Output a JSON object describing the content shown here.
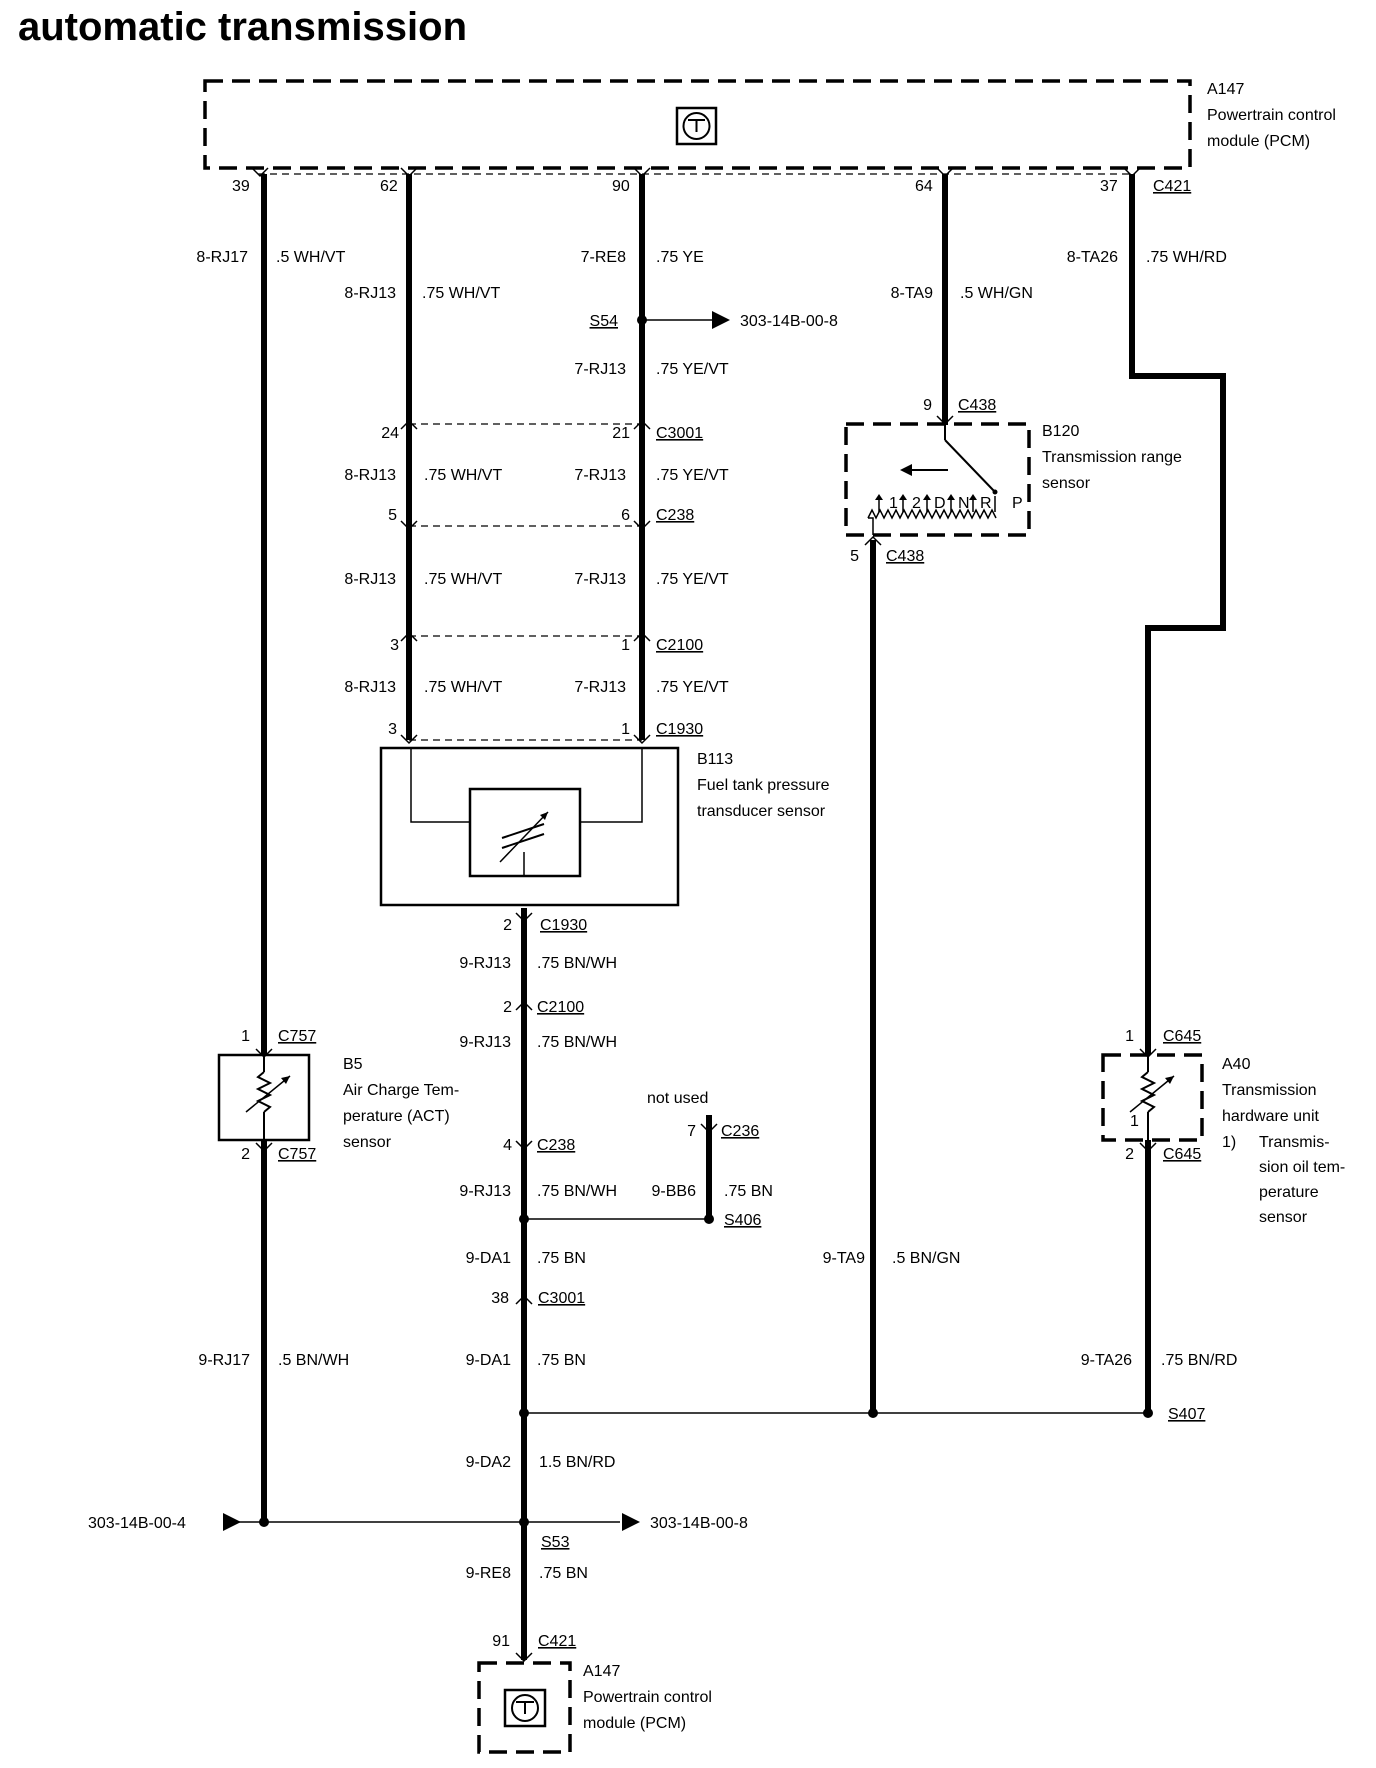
{
  "title": "automatic transmission",
  "pcm_top": {
    "id": "A147",
    "name_line1": "Powertrain control",
    "name_line2": "module (PCM)"
  },
  "pcm_top_pins": [
    "39",
    "62",
    "90",
    "64",
    "37"
  ],
  "conn_c421_top": "C421",
  "wire_labels_top": {
    "w1_code": "8-RJ17",
    "w1_spec": ".5 WH/VT",
    "w2_code": "8-RJ13",
    "w2_spec": ".75 WH/VT",
    "w3_code": "7-RE8",
    "w3_spec": ".75 YE",
    "w4_code": "8-TA9",
    "w4_spec": ".5 WH/GN",
    "w5_code": "8-TA26",
    "w5_spec": ".75 WH/RD"
  },
  "splice_s54": {
    "id": "S54",
    "ref": "303-14B-00-8"
  },
  "w3b_code": "7-RJ13",
  "w3b_spec": ".75 YE/VT",
  "c3001_top": {
    "pin_a": "24",
    "pin_b": "21",
    "id": "C3001"
  },
  "seg2": {
    "a_code": "8-RJ13",
    "a_spec": ".75 WH/VT",
    "b_code": "7-RJ13",
    "b_spec": ".75 YE/VT"
  },
  "c238_top": {
    "pin_a": "5",
    "pin_b": "6",
    "id": "C238"
  },
  "seg3": {
    "a_code": "8-RJ13",
    "a_spec": ".75 WH/VT",
    "b_code": "7-RJ13",
    "b_spec": ".75 YE/VT"
  },
  "c2100_top": {
    "pin_a": "3",
    "pin_b": "1",
    "id": "C2100"
  },
  "seg4": {
    "a_code": "8-RJ13",
    "a_spec": ".75 WH/VT",
    "b_code": "7-RJ13",
    "b_spec": ".75 YE/VT"
  },
  "c1930_top": {
    "pin_a": "3",
    "pin_b": "1",
    "id": "C1930"
  },
  "b113": {
    "id": "B113",
    "line1": "Fuel tank pressure",
    "line2": "transducer sensor"
  },
  "c1930_bottom": {
    "pin": "2",
    "id": "C1930"
  },
  "seg5": {
    "code": "9-RJ13",
    "spec": ".75 BN/WH"
  },
  "c2100_bottom": {
    "pin": "2",
    "id": "C2100"
  },
  "seg6": {
    "code": "9-RJ13",
    "spec": ".75 BN/WH"
  },
  "c238_bottom": {
    "pin": "4",
    "id": "C238"
  },
  "seg7": {
    "code": "9-RJ13",
    "spec": ".75 BN/WH"
  },
  "not_used": "not used",
  "c236": {
    "pin": "7",
    "id": "C236"
  },
  "bb6": {
    "code": "9-BB6",
    "spec": ".75 BN"
  },
  "s406": "S406",
  "seg8": {
    "code": "9-DA1",
    "spec": ".75 BN"
  },
  "c3001_bottom": {
    "pin": "38",
    "id": "C3001"
  },
  "seg9": {
    "code": "9-DA1",
    "spec": ".75 BN"
  },
  "seg10": {
    "code": "9-DA2",
    "spec": "1.5 BN/RD"
  },
  "s53": {
    "id": "S53",
    "ref_in": "303-14B-00-4",
    "ref_out": "303-14B-00-8"
  },
  "seg11": {
    "code": "9-RE8",
    "spec": ".75 BN"
  },
  "c421_bottom": {
    "pin": "91",
    "id": "C421"
  },
  "pcm_bottom": {
    "id": "A147",
    "name_line1": "Powertrain control",
    "name_line2": "module (PCM)"
  },
  "c757": {
    "pin_top": "1",
    "pin_bottom": "2",
    "id": "C757"
  },
  "b5": {
    "id": "B5",
    "line1": "Air Charge Tem-",
    "line2": "perature (ACT)",
    "line3": "sensor"
  },
  "rj17b": {
    "code": "9-RJ17",
    "spec": ".5 BN/WH"
  },
  "c438": {
    "pin_top": "9",
    "pin_bottom": "5",
    "id": "C438"
  },
  "b120": {
    "id": "B120",
    "line1": "Transmission range",
    "line2": "sensor",
    "positions": [
      "1",
      "2",
      "D",
      "N",
      "R",
      "P"
    ]
  },
  "ta9b": {
    "code": "9-TA9",
    "spec": ".5 BN/GN"
  },
  "c645": {
    "pin_top": "1",
    "pin_bottom": "2",
    "id": "C645"
  },
  "a40": {
    "id": "A40",
    "line1": "Transmission",
    "line2": "hardware unit",
    "item_num": "1)",
    "item_l1": "Transmis-",
    "item_l2": "sion oil tem-",
    "item_l3": "perature",
    "item_l4": "sensor",
    "inner_num": "1"
  },
  "ta26b": {
    "code": "9-TA26",
    "spec": ".75 BN/RD"
  },
  "s407": "S407"
}
